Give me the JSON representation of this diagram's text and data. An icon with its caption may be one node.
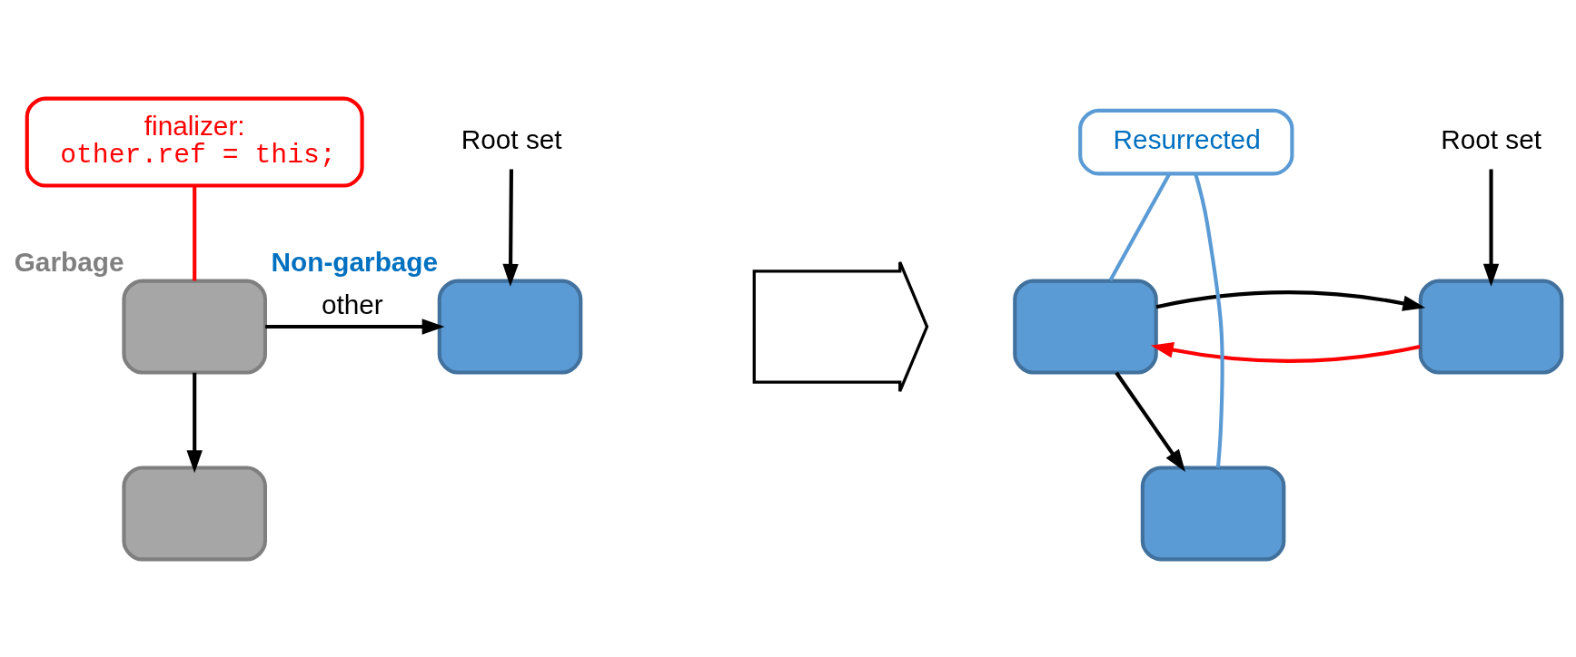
{
  "diagram": {
    "nodes": [
      {
        "text": [
          "Root set"
        ]
      },
      {
        "text": [],
        "shape": "box",
        "beside": [
          "Non-garbage"
        ]
      },
      {
        "text": [],
        "shape": "box",
        "beside": [
          "Garbage"
        ]
      },
      {
        "text": [],
        "shape": "box"
      },
      {
        "text": [
          "finalizer:",
          "other.ref = this;"
        ]
      },
      {
        "text": [],
        "shape": "arrow"
      },
      {
        "text": [
          "Root set"
        ]
      },
      {
        "text": [],
        "shape": "box"
      },
      {
        "text": [],
        "shape": "box"
      },
      {
        "text": [],
        "shape": "box"
      },
      {
        "text": [
          "Resurrected"
        ]
      }
    ],
    "edges": [
      {
        "from": 0,
        "to": 1,
        "arrow": "to"
      },
      {
        "from": 2,
        "to": 1,
        "arrow": "to",
        "label": "other"
      },
      {
        "from": 2,
        "to": 3,
        "arrow": "to"
      },
      {
        "from": 4,
        "to": 2,
        "arrow": "none",
        "color": "#ff0000"
      },
      {
        "from": 6,
        "to": 7,
        "arrow": "to"
      },
      {
        "from": 7,
        "to": 8,
        "arrow": "to",
        "color": "#ff0000"
      },
      {
        "from": 8,
        "to": 7,
        "arrow": "to"
      },
      {
        "from": 8,
        "to": 9,
        "arrow": "to"
      },
      {
        "from": 10,
        "to": 9,
        "arrow": "none",
        "color": "#5b9bd5"
      },
      {
        "from": 10,
        "to": 8,
        "arrow": "none",
        "color": "#5b9bd5"
      }
    ]
  }
}
